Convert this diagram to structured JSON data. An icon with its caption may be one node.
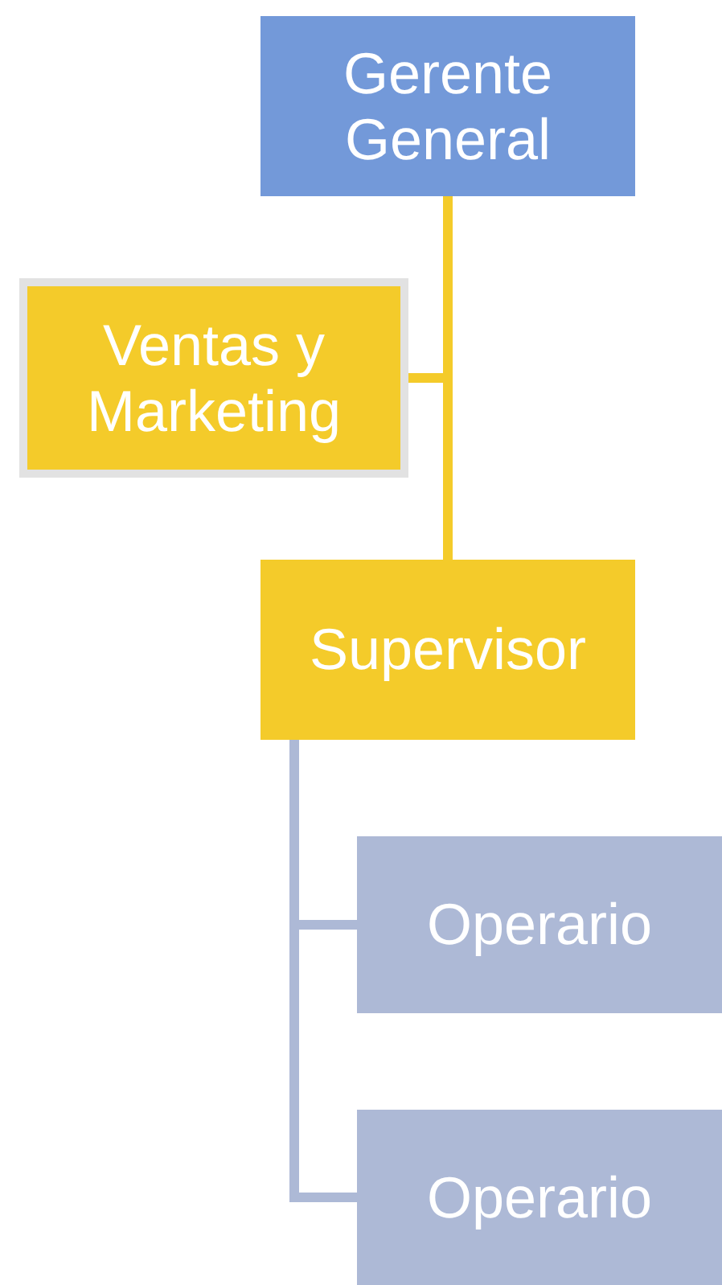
{
  "diagram": {
    "nodes": [
      {
        "text": [
          "Gerente General"
        ]
      },
      {
        "text": [
          "Ventas y Marketing"
        ]
      },
      {
        "text": [
          "Supervisor"
        ]
      },
      {
        "text": [
          "Operario"
        ]
      },
      {
        "text": [
          "Operario"
        ]
      }
    ],
    "edges": [
      {
        "from": 0,
        "to": 1,
        "arrow": "none",
        "color": "#f4cb2a"
      },
      {
        "from": 0,
        "to": 2,
        "arrow": "none",
        "color": "#f4cb2a"
      },
      {
        "from": 2,
        "to": 3,
        "arrow": "none",
        "color": "#adb9d6"
      },
      {
        "from": 2,
        "to": 4,
        "arrow": "none",
        "color": "#adb9d6"
      }
    ]
  }
}
